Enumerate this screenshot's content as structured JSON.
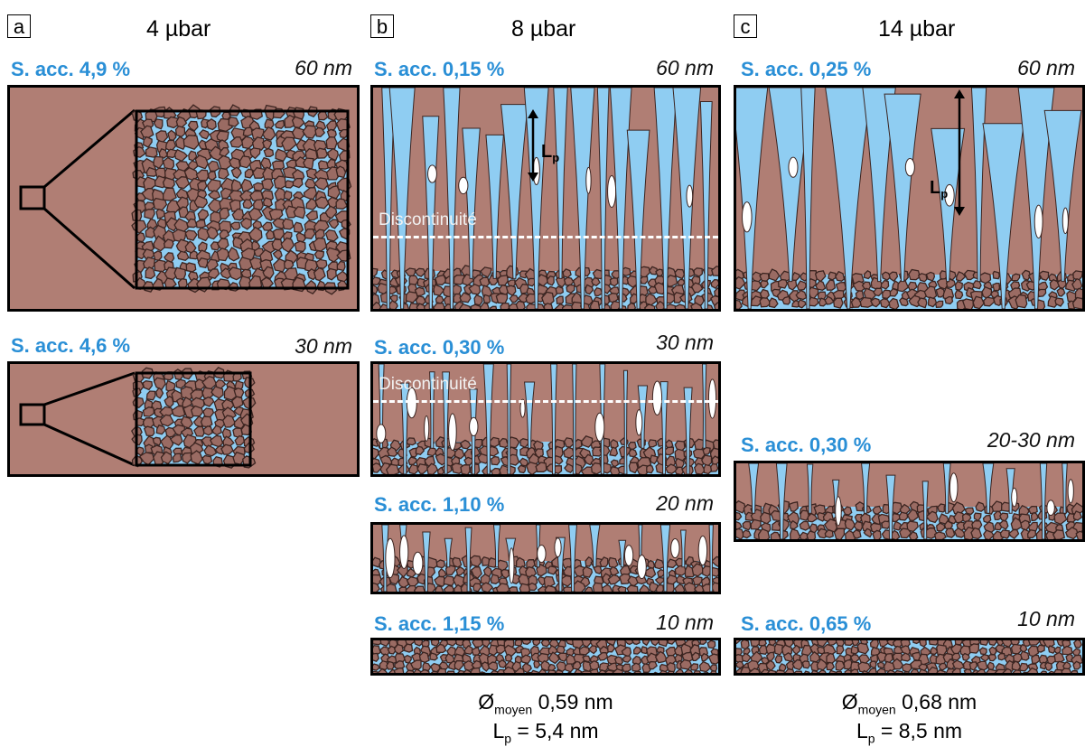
{
  "panels": {
    "a": {
      "label": "a",
      "pressure": "4 µbar"
    },
    "b": {
      "label": "b",
      "pressure": "8 µbar"
    },
    "c": {
      "label": "c",
      "pressure": "14 µbar"
    }
  },
  "films": {
    "a60": {
      "sacc": "S. acc. 4,9 %",
      "thickness": "60 nm"
    },
    "a30": {
      "sacc": "S. acc. 4,6 %",
      "thickness": "30 nm"
    },
    "b60": {
      "sacc": "S. acc. 0,15 %",
      "thickness": "60 nm"
    },
    "b30": {
      "sacc": "S. acc. 0,30 %",
      "thickness": "30 nm"
    },
    "b20": {
      "sacc": "S. acc. 1,10 %",
      "thickness": "20 nm"
    },
    "b10": {
      "sacc": "S. acc. 1,15 %",
      "thickness": "10 nm"
    },
    "c60": {
      "sacc": "S. acc. 0,25 %",
      "thickness": "60 nm"
    },
    "c2030": {
      "sacc": "S. acc. 0,30 %",
      "thickness": "20-30 nm"
    },
    "c10": {
      "sacc": "S. acc. 0,65 %",
      "thickness": "10 nm"
    }
  },
  "annotations": {
    "discontinuity": "Discontinuité",
    "lp_main": "L",
    "lp_sub": "p"
  },
  "stats": {
    "b": {
      "diam_symbol": "Ø",
      "diam_sub": "moyen",
      "diam_value": "0,59 nm",
      "lp_main": "L",
      "lp_sub": "p",
      "lp_value": "= 5,4 nm"
    },
    "c": {
      "diam_symbol": "Ø",
      "diam_sub": "moyen",
      "diam_value": "0,68 nm",
      "lp_main": "L",
      "lp_sub": "p",
      "lp_value": "= 8,5 nm"
    }
  },
  "colors": {
    "film": "#b07e74",
    "pore": "#8fcdf2",
    "grain": "#9a6b63",
    "accent": "#2a8fd6"
  }
}
